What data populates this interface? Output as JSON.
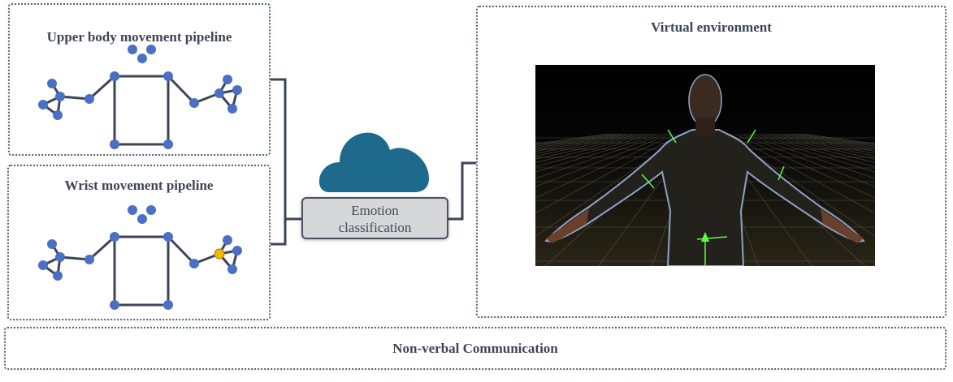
{
  "panels": {
    "upper_body": {
      "title": "Upper body movement pipeline"
    },
    "wrist": {
      "title": "Wrist movement pipeline"
    },
    "virtual_env": {
      "title": "Virtual environment"
    },
    "footer": {
      "title": "Non-verbal Communication"
    }
  },
  "classifier": {
    "line1": "Emotion",
    "line2": "classification",
    "icon": "cloud-icon"
  },
  "colors": {
    "node": "#4a6fc4",
    "edge": "#3d4555",
    "highlight": "#f5b800",
    "cloud": "#1e6a8c",
    "box": "#d6d7d9"
  }
}
